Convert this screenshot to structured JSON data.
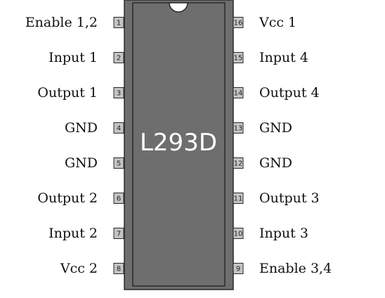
{
  "chip": {
    "part_number": "L293D",
    "body_color": "#6e6e6e",
    "outline_color": "#2a2a2a",
    "pin_color": "#c4c4c4",
    "text_color": "#ffffff"
  },
  "left_pins": [
    {
      "number": "1",
      "label": "Enable 1,2"
    },
    {
      "number": "2",
      "label": "Input 1"
    },
    {
      "number": "3",
      "label": "Output 1"
    },
    {
      "number": "4",
      "label": "GND"
    },
    {
      "number": "5",
      "label": "GND"
    },
    {
      "number": "6",
      "label": "Output 2"
    },
    {
      "number": "7",
      "label": "Input 2"
    },
    {
      "number": "8",
      "label": "Vcc 2"
    }
  ],
  "right_pins": [
    {
      "number": "16",
      "label": "Vcc 1"
    },
    {
      "number": "15",
      "label": "Input 4"
    },
    {
      "number": "14",
      "label": "Output 4"
    },
    {
      "number": "13",
      "label": "GND"
    },
    {
      "number": "12",
      "label": "GND"
    },
    {
      "number": "11",
      "label": "Output 3"
    },
    {
      "number": "10",
      "label": "Input 3"
    },
    {
      "number": "9",
      "label": "Enable 3,4"
    }
  ]
}
